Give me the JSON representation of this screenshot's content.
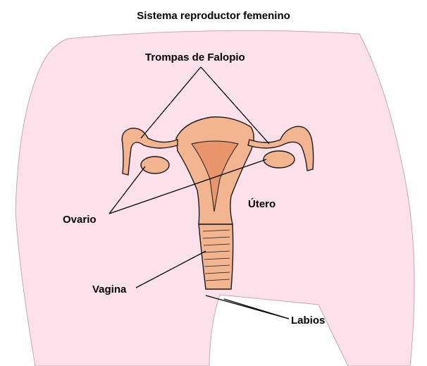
{
  "title": "Sistema reproductor femenino",
  "labels": {
    "fallopian_tubes": "Trompas de Falopio",
    "ovary": "Ovario",
    "uterus": "Útero",
    "vagina": "Vagina",
    "labia": "Labios"
  },
  "colors": {
    "body_fill": "#fde1ea",
    "organ_fill": "#f3b490",
    "organ_dark": "#e8956c",
    "outline": "#1a1a1a",
    "background": "#ffffff"
  }
}
